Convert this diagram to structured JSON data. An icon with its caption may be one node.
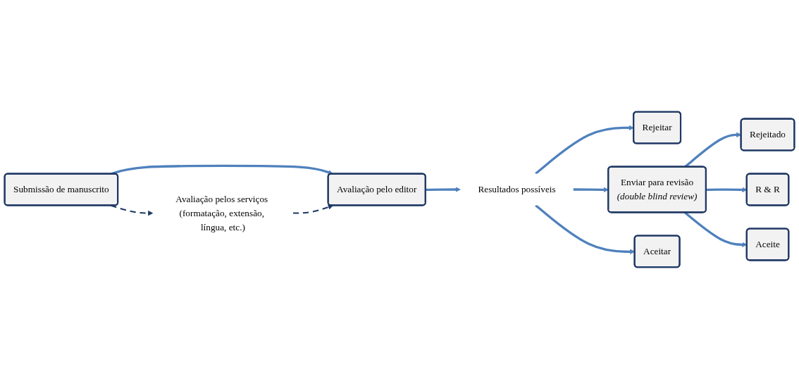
{
  "diagram": {
    "nodes": [
      {
        "text": [
          "Submissão de manuscrito"
        ]
      },
      {
        "text": [
          "Avaliação pelo editor"
        ]
      },
      {
        "text": [
          "Resultados possíveis"
        ]
      },
      {
        "text": [
          "Rejeitar"
        ]
      },
      {
        "text": [
          "Enviar para revisão",
          "(double blind review)"
        ]
      },
      {
        "text": [
          "Aceitar"
        ]
      },
      {
        "text": [
          "Rejeitado"
        ]
      },
      {
        "text": [
          "R & R"
        ]
      },
      {
        "text": [
          "Aceite"
        ]
      },
      {
        "text": [
          "Avaliação pelos serviços (formatação, extensão, língua, etc.)"
        ]
      }
    ],
    "edges": [
      {
        "from": 0,
        "to": 1,
        "arrow": "to"
      },
      {
        "from": 1,
        "to": 2,
        "arrow": "to"
      },
      {
        "from": 2,
        "to": 3,
        "arrow": "to"
      },
      {
        "from": 2,
        "to": 4,
        "arrow": "to"
      },
      {
        "from": 2,
        "to": 5,
        "arrow": "to"
      },
      {
        "from": 4,
        "to": 6,
        "arrow": "to"
      },
      {
        "from": 4,
        "to": 7,
        "arrow": "to"
      },
      {
        "from": 4,
        "to": 8,
        "arrow": "to"
      },
      {
        "from": 0,
        "to": 9,
        "arrow": "to",
        "style": "dashed",
        "color": "#1f3864"
      },
      {
        "from": 9,
        "to": 1,
        "arrow": "to",
        "style": "dashed",
        "color": "#1f3864"
      }
    ]
  }
}
